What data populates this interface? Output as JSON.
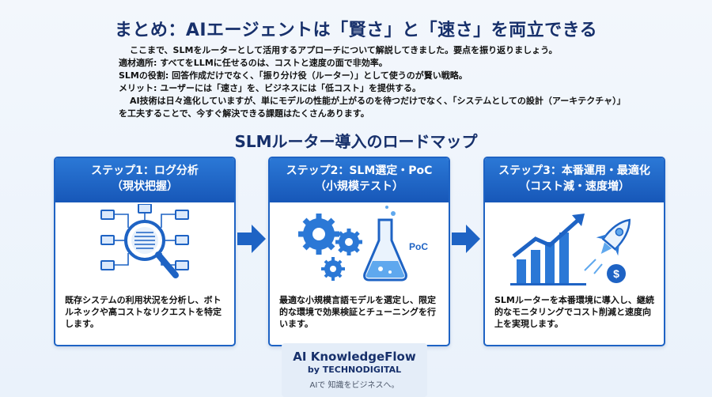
{
  "title": "まとめ：AIエージェントは「賢さ」と「速さ」を両立できる",
  "intro": {
    "lead": "ここまで、SLMをルーターとして活用するアプローチについて解説してきました。要点を振り返りましょう。",
    "point1": "適材適所: すべてをLLMに任せるのは、コストと速度の面で非効率。",
    "point2": "SLMの役割: 回答作成だけでなく、「振り分け役（ルーター）」として使うのが賢い戦略。",
    "point3": "メリット: ユーザーには「速さ」を、ビジネスには「低コスト」を提供する。",
    "closing": "AI技術は日々進化していますが、単にモデルの性能が上がるのを待つだけでなく、「システムとしての設計（アーキテクチャ）」を工夫することで、今すぐ解決できる課題はたくさんあります。"
  },
  "roadmap_title": "SLMルーター導入のロードマップ",
  "steps": [
    {
      "title_line1": "ステップ1：ログ分析",
      "title_line2": "（現状把握）",
      "description": "既存システムの利用状況を分析し、ボトルネックや高コストなリクエストを特定します。"
    },
    {
      "title_line1": "ステップ2：SLM選定・PoC",
      "title_line2": "（小規模テスト）",
      "poc_label": "PoC",
      "description": "最適な小規模言語モデルを選定し、限定的な環境で効果検証とチューニングを行います。"
    },
    {
      "title_line1": "ステップ3：本番運用・最適化",
      "title_line2": "（コスト減・速度増）",
      "description": "SLMルーターを本番環境に導入し、継続的なモニタリングでコスト削減と速度向上を実現します。"
    }
  ],
  "brand": {
    "name": "AI KnowledgeFlow",
    "by": "by TECHNODIGITAL",
    "tagline": "AIで 知識をビジネスへ。"
  },
  "icons": [
    "magnifier-network-icon",
    "gears-flask-icon",
    "growth-rocket-icon",
    "arrow-right-icon"
  ],
  "colors": {
    "primary": "#1e63c4",
    "heading": "#17306b",
    "accent": "#5fa8ee"
  }
}
